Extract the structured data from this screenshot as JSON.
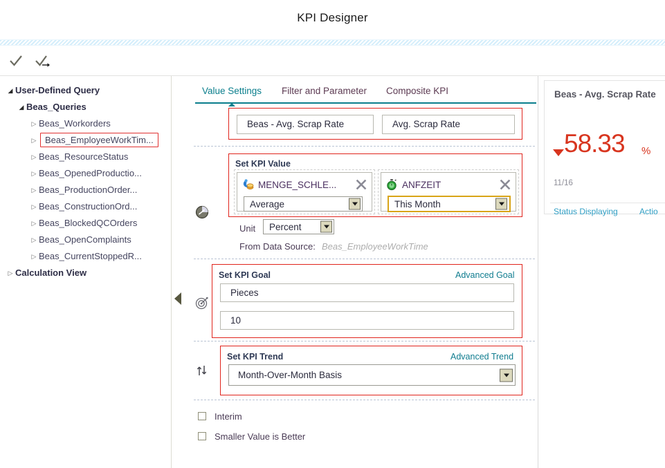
{
  "header": {
    "title": "KPI Designer"
  },
  "toolbar": {
    "ok_icon": "check-icon",
    "ok_and_continue_icon": "check-arrow-icon"
  },
  "sidebar": {
    "items": [
      {
        "label": "User-Defined Query",
        "level": 0,
        "expanded": true,
        "selected": false
      },
      {
        "label": "Beas_Queries",
        "level": 1,
        "expanded": true,
        "selected": false
      },
      {
        "label": "Beas_Workorders",
        "level": 2,
        "expanded": false,
        "selected": false
      },
      {
        "label": "Beas_EmployeeWorkTim...",
        "level": 2,
        "expanded": false,
        "selected": true
      },
      {
        "label": "Beas_ResourceStatus",
        "level": 2,
        "expanded": false,
        "selected": false
      },
      {
        "label": "Beas_OpenedProductio...",
        "level": 2,
        "expanded": false,
        "selected": false
      },
      {
        "label": "Beas_ProductionOrder...",
        "level": 2,
        "expanded": false,
        "selected": false
      },
      {
        "label": "Beas_ConstructionOrd...",
        "level": 2,
        "expanded": false,
        "selected": false
      },
      {
        "label": "Beas_BlockedQCOrders",
        "level": 2,
        "expanded": false,
        "selected": false
      },
      {
        "label": "Beas_OpenComplaints",
        "level": 2,
        "expanded": false,
        "selected": false
      },
      {
        "label": "Beas_CurrentStoppedR...",
        "level": 2,
        "expanded": false,
        "selected": false
      },
      {
        "label": "Calculation View",
        "level": 0,
        "expanded": false,
        "selected": false
      }
    ],
    "collapse_icon": "collapse-left-arrow-icon"
  },
  "main": {
    "tabs": [
      {
        "label": "Value Settings",
        "active": true
      },
      {
        "label": "Filter and Parameter",
        "active": false
      },
      {
        "label": "Composite KPI",
        "active": false
      }
    ],
    "kpi_name": "Beas - Avg. Scrap Rate",
    "kpi_short_name": "Avg. Scrap Rate",
    "value_section": {
      "title": "Set KPI Value",
      "gutter_icon": "gauge-icon",
      "measure_chip": {
        "icon": "measure-icon",
        "name": "MENGE_SCHLE...",
        "remove_icon": "close-icon",
        "aggregation": "Average"
      },
      "time_chip": {
        "icon": "stopwatch-icon",
        "name": "ANFZEIT",
        "remove_icon": "close-icon",
        "period": "This Month"
      },
      "unit_label": "Unit",
      "unit_value": "Percent",
      "data_source_label": "From Data Source:",
      "data_source_value": "Beas_EmployeeWorkTime"
    },
    "goal_section": {
      "title": "Set KPI Goal",
      "advanced_link": "Advanced Goal",
      "gutter_icon": "target-icon",
      "unit_value": "Pieces",
      "goal_value": "10"
    },
    "trend_section": {
      "title": "Set KPI Trend",
      "advanced_link": "Advanced Trend",
      "gutter_icon": "trend-arrows-icon",
      "trend_value": "Month-Over-Month Basis"
    },
    "options": [
      {
        "label": "Interim",
        "checked": false
      },
      {
        "label": "Smaller Value is Better",
        "checked": false
      }
    ]
  },
  "preview": {
    "title": "Beas - Avg. Scrap Rate",
    "value": "58.33",
    "unit": "%",
    "date": "11/16",
    "right_dash": "-",
    "trend_direction_icon": "trend-down-icon",
    "status_link": "Status Displaying",
    "action_link": "Actio",
    "value_color": "#d8351f",
    "link_color": "#2f9ec4"
  }
}
